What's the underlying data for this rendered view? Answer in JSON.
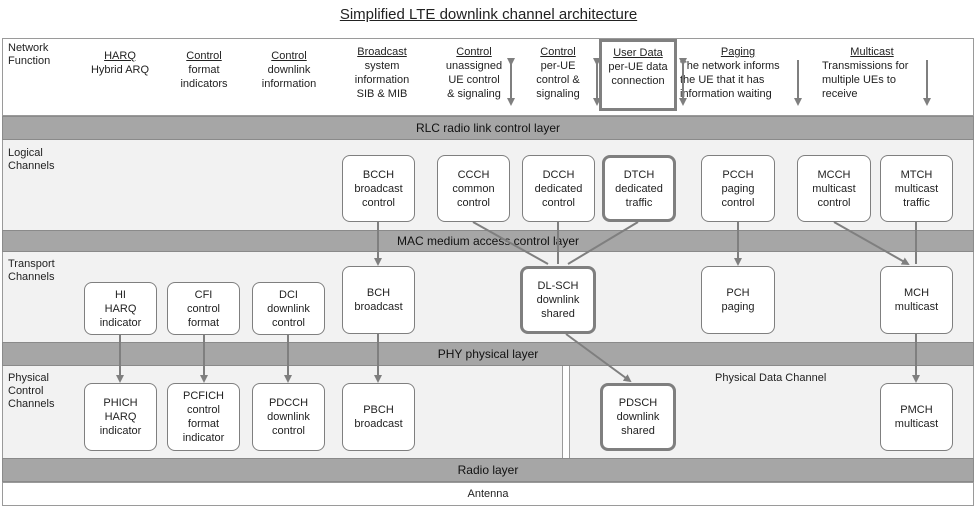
{
  "title": "Simplified LTE downlink channel architecture",
  "rows": {
    "network_function": "Network\nFunction",
    "logical": "Logical\nChannels",
    "transport": "Transport\nChannels",
    "physical": "Physical\nControl\nChannels",
    "physical_data_channel": "Physical Data Channel"
  },
  "layers": {
    "rlc": "RLC radio link control layer",
    "mac": "MAC medium access control layer",
    "phy": "PHY physical layer",
    "radio": "Radio layer",
    "antenna": "Antenna"
  },
  "functions": {
    "harq": {
      "heading": "HARQ",
      "text": "Hybrid ARQ"
    },
    "control_format": {
      "heading": "Control",
      "text": "format\nindicators"
    },
    "control_downlink": {
      "heading": "Control",
      "text": "downlink\ninformation"
    },
    "broadcast": {
      "heading": "Broadcast",
      "text": "system\ninformation\nSIB & MIB"
    },
    "control_unassigned": {
      "heading": "Control",
      "text": "unassigned\nUE control\n& signaling"
    },
    "control_per_ue": {
      "heading": "Control",
      "text": "per-UE\ncontrol &\nsignaling"
    },
    "user_data": {
      "heading": "User Data",
      "text": "per-UE data\nconnection"
    },
    "paging": {
      "heading": "Paging",
      "text": "The network informs\nthe UE that it has\ninformation waiting"
    },
    "multicast": {
      "heading": "Multicast",
      "text": "Transmissions for\nmultiple UEs to\nreceive"
    }
  },
  "logical_channels": {
    "bcch": "BCCH\nbroadcast\ncontrol",
    "ccch": "CCCH\ncommon\ncontrol",
    "dcch": "DCCH\ndedicated\ncontrol",
    "dtch": "DTCH\ndedicated\ntraffic",
    "pcch": "PCCH\npaging\ncontrol",
    "mcch": "MCCH\nmulticast\ncontrol",
    "mtch": "MTCH\nmulticast\ntraffic"
  },
  "transport_channels": {
    "hi": "HI\nHARQ\nindicator",
    "cfi": "CFI\ncontrol\nformat",
    "dci": "DCI\ndownlink\ncontrol",
    "bch": "BCH\nbroadcast",
    "dlsch": "DL-SCH\ndownlink\nshared",
    "pch": "PCH\npaging",
    "mch": "MCH\nmulticast"
  },
  "physical_channels": {
    "phich": "PHICH\nHARQ\nindicator",
    "pcfich": "PCFICH\ncontrol\nformat\nindicator",
    "pdcch": "PDCCH\ndownlink\ncontrol",
    "pbch": "PBCH\nbroadcast",
    "pdsch": "PDSCH\ndownlink\nshared",
    "pmch": "PMCH\nmulticast"
  }
}
